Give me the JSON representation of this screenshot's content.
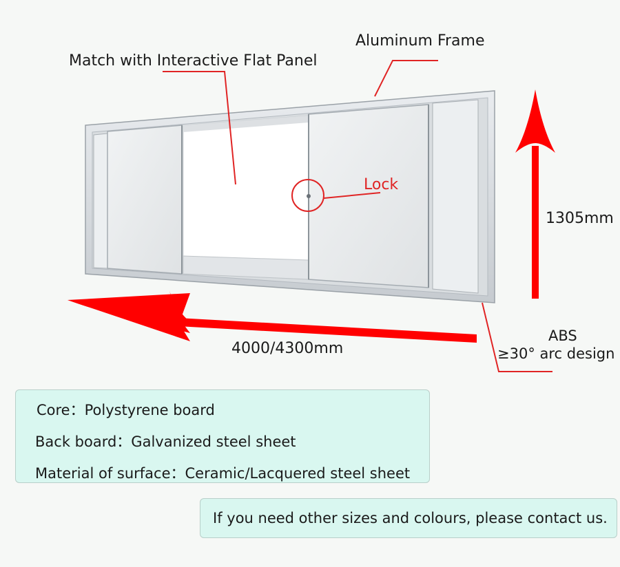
{
  "diagram": {
    "panel_label": "Match with Interactive Flat Panel",
    "frame_label": "Aluminum Frame",
    "lock_label": "Lock",
    "height_label": "1305mm",
    "width_label": "4000/4300mm",
    "abs_label": "ABS",
    "arc_label": "≥30° arc design",
    "accent_color": "#ff0000",
    "callout_color": "#e02424"
  },
  "specs": {
    "core": "Core：Polystyrene board",
    "back_board": "Back board：Galvanized steel sheet",
    "surface": "Material of surface：Ceramic/Lacquered steel sheet"
  },
  "contact": {
    "text": "If you need other sizes and colours, please contact us."
  }
}
